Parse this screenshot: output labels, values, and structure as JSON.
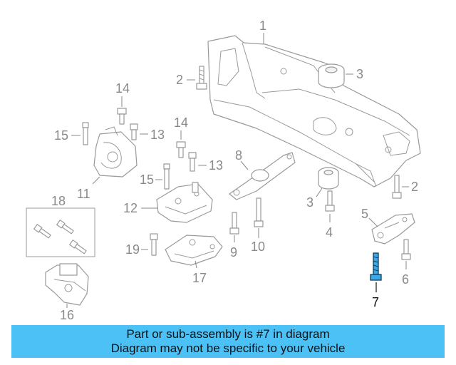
{
  "callouts": {
    "c1": "1",
    "c2a": "2",
    "c2b": "2",
    "c3a": "3",
    "c3b": "3",
    "c4": "4",
    "c5": "5",
    "c6": "6",
    "c7": "7",
    "c8": "8",
    "c9": "9",
    "c10": "10",
    "c11": "11",
    "c12": "12",
    "c13a": "13",
    "c13b": "13",
    "c14a": "14",
    "c14b": "14",
    "c15a": "15",
    "c15b": "15",
    "c16": "16",
    "c17": "17",
    "c18": "18",
    "c19": "19"
  },
  "banner": {
    "line1": "Part or sub-assembly is #7 in diagram",
    "line2": "Diagram may not be specific to your vehicle"
  },
  "colors": {
    "highlight": "#3aa9e8",
    "banner_bg": "#4cc1f5"
  }
}
